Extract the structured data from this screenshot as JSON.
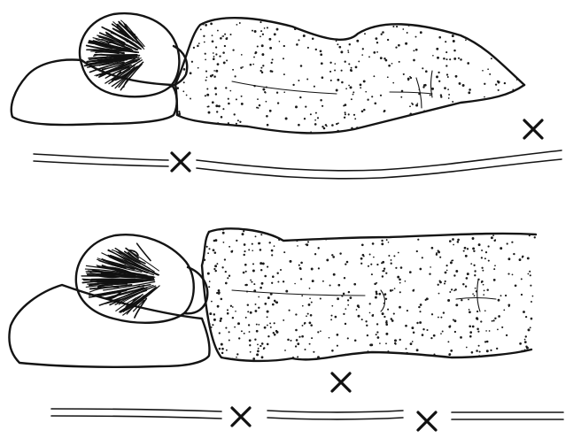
{
  "figures": [
    {
      "id": "top",
      "description_marks": [
        {
          "name": "marker-shoulder-gap"
        },
        {
          "name": "marker-feet-gap"
        }
      ]
    },
    {
      "id": "bottom",
      "description_marks": [
        {
          "name": "marker-waist-gap"
        },
        {
          "name": "marker-mattress-left-gap"
        },
        {
          "name": "marker-mattress-right-gap"
        }
      ]
    }
  ],
  "colors": {
    "ink": "#141414",
    "paper": "#ffffff"
  },
  "icons": {
    "marker": "x-mark-icon",
    "head": "head-icon",
    "pillow": "pillow-icon",
    "body": "body-icon",
    "mattress": "mattress-line-icon"
  }
}
